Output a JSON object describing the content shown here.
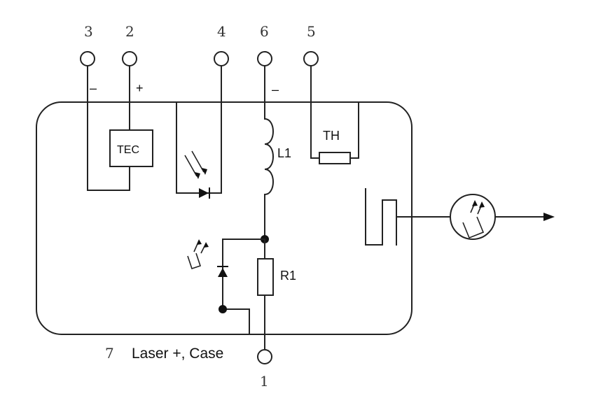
{
  "pins": {
    "p3": "3",
    "p2": "2",
    "p4": "4",
    "p6": "6",
    "p5": "5",
    "p7": "7",
    "p1": "1"
  },
  "polarity": {
    "tec_minus": "–",
    "tec_plus": "+",
    "laser_minus": "–"
  },
  "components": {
    "tec": "TEC",
    "inductor": "L1",
    "thermistor": "TH",
    "resistor": "R1"
  },
  "case_label": "Laser +, Case"
}
